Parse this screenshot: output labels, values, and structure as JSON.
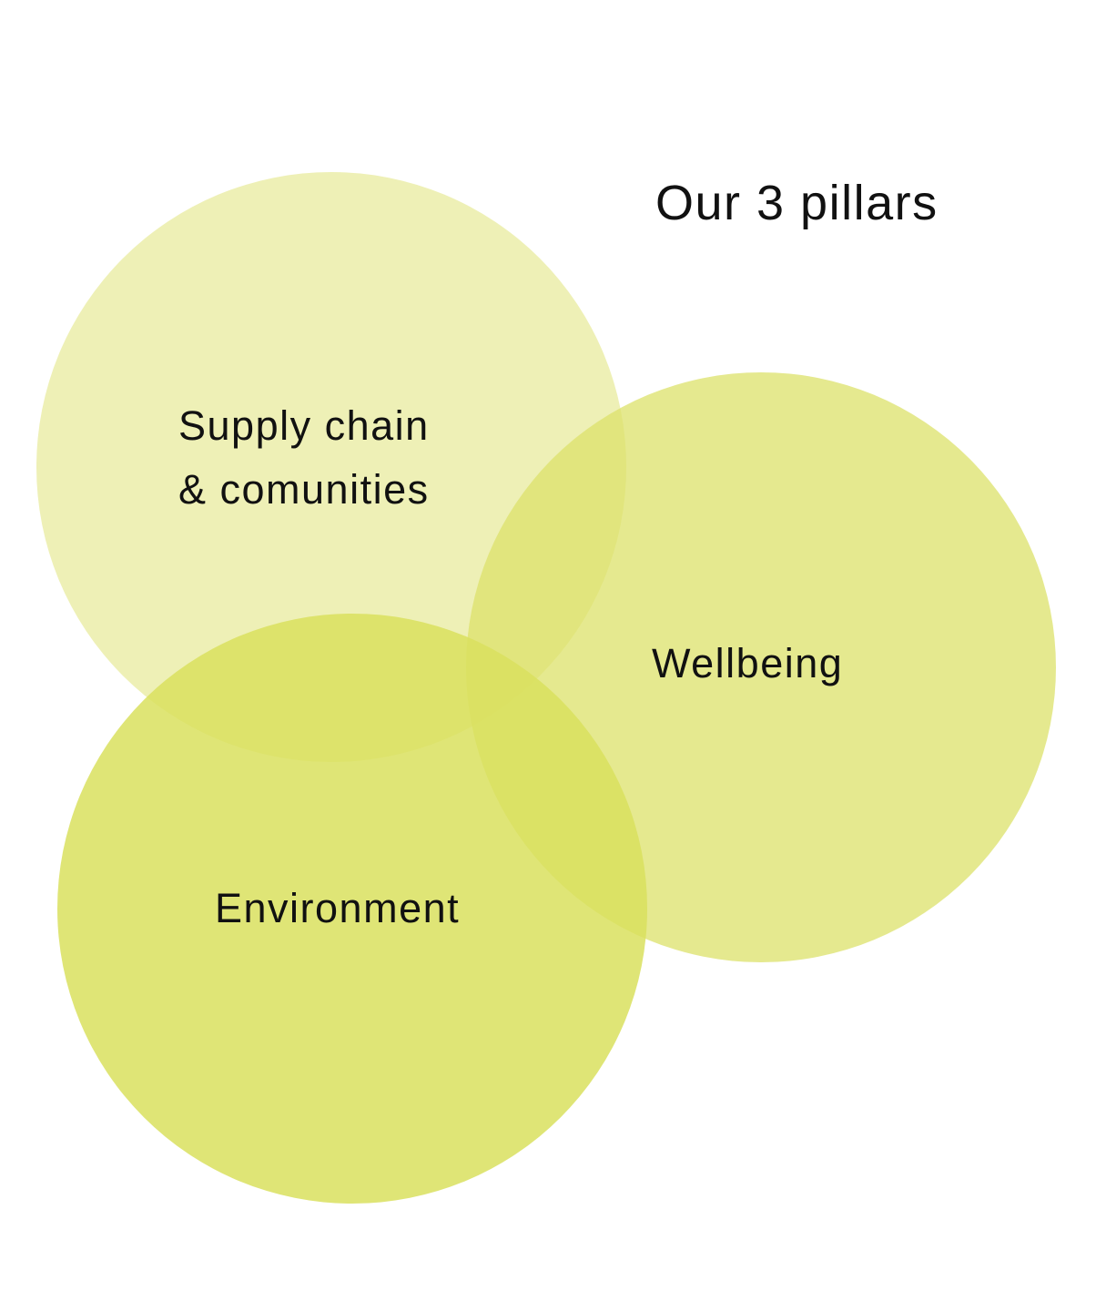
{
  "title": "Our 3 pillars",
  "pillars": [
    {
      "id": "supply",
      "label_lines": [
        "Supply chain",
        "& comunities"
      ],
      "color": "#E3E686",
      "opacity": 0.6
    },
    {
      "id": "wellbeing",
      "label_lines": [
        "Wellbeing"
      ],
      "color": "#DCE26A",
      "opacity": 0.75
    },
    {
      "id": "environment",
      "label_lines": [
        "Environment"
      ],
      "color": "#D9E05E",
      "opacity": 0.85
    }
  ]
}
